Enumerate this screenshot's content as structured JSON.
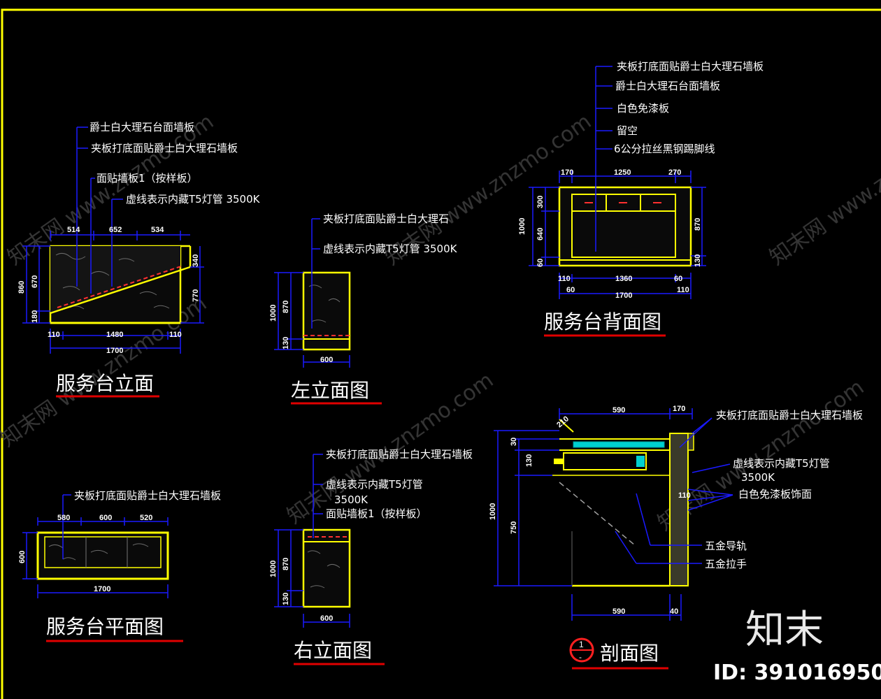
{
  "watermark": {
    "text": "知末网 www.znzmo.com",
    "brand": "知末",
    "id": "ID: 391016950"
  },
  "colors": {
    "frame": "#ffff00",
    "dimension": "#1a1aff",
    "outline": "#ffff00",
    "leader": "#1a1aff",
    "underline": "#e00000",
    "hidden_line": "#ff3030",
    "glass": "#00d0d0"
  },
  "views": {
    "front": {
      "title": "服务台立面",
      "notes": [
        "爵士白大理石台面墙板",
        "夹板打底面贴爵士白大理石墙板",
        "面贴墙板1（按样板）",
        "虚线表示内藏T5灯管 3500K"
      ],
      "dims": {
        "top_a": "514",
        "top_b": "652",
        "top_c": "534",
        "left_total": "860",
        "left_a": "670",
        "left_b": "180",
        "right_a": "340",
        "right_b": "770",
        "bottom_a": "110",
        "bottom_b": "1480",
        "bottom_c": "110",
        "total": "1700"
      }
    },
    "left": {
      "title": "左立面图",
      "notes": [
        "夹板打底面贴爵士白大理石",
        "虚线表示内藏T5灯管 3500K"
      ],
      "dims": {
        "total_h": "1000",
        "h_a": "870",
        "h_b": "130",
        "width": "600"
      }
    },
    "back": {
      "title": "服务台背面图",
      "notes": [
        "夹板打底面贴爵士白大理石墙板",
        "爵士白大理石台面墙板",
        "白色免漆板",
        "留空",
        "6公分拉丝黑钢踢脚线"
      ],
      "dims": {
        "top_a": "170",
        "top_b": "1250",
        "top_c": "270",
        "left_total": "1000",
        "left_a": "300",
        "left_b": "640",
        "left_c": "60",
        "right_a": "870",
        "right_b": "130",
        "bottom_a": "110",
        "bottom_b": "1360",
        "bottom_c": "60",
        "bottom_d": "60",
        "bottom_e": "110",
        "total": "1700"
      }
    },
    "plan": {
      "title": "服务台平面图",
      "notes": [
        "夹板打底面贴爵士白大理石墙板"
      ],
      "dims": {
        "top_a": "580",
        "top_b": "600",
        "top_c": "520",
        "depth": "600",
        "total": "1700"
      }
    },
    "right": {
      "title": "右立面图",
      "notes": [
        "夹板打底面贴爵士白大理石墙板",
        "虚线表示内藏T5灯管",
        "3500K",
        "面贴墙板1（按样板）"
      ],
      "dims": {
        "total_h": "1000",
        "h_a": "870",
        "h_b": "130",
        "width": "600"
      }
    },
    "section": {
      "title": "剖面图",
      "marker_top": "1",
      "marker_bottom": "-",
      "notes": [
        "夹板打底面贴爵士白大理石墙板",
        "虚线表示内藏T5灯管",
        "3500K",
        "白色免漆板饰面",
        "五金导轨",
        "五金拉手"
      ],
      "dims": {
        "top_a": "590",
        "top_b": "170",
        "angle": "210",
        "h_a": "30",
        "h_b": "130",
        "h_c": "110",
        "total_h": "1000",
        "h_d": "750",
        "bottom_a": "590",
        "bottom_b": "40"
      }
    }
  }
}
